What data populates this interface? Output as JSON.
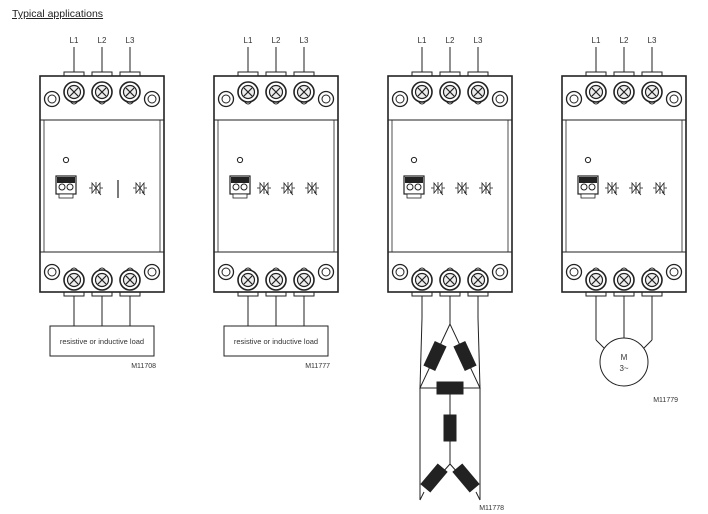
{
  "title": "Typical applications",
  "phase_labels": [
    "L1",
    "L2",
    "L3"
  ],
  "load_label": "resistive or inductive load",
  "motor": {
    "name": "M",
    "phase": "3~"
  },
  "modules": [
    {
      "ref": "M11708",
      "load": "box",
      "bypass": true
    },
    {
      "ref": "M11777",
      "load": "box",
      "bypass": false
    },
    {
      "ref": "M11778",
      "load": "delta-star",
      "bypass": false
    },
    {
      "ref": "M11779",
      "load": "motor",
      "bypass": false
    }
  ]
}
